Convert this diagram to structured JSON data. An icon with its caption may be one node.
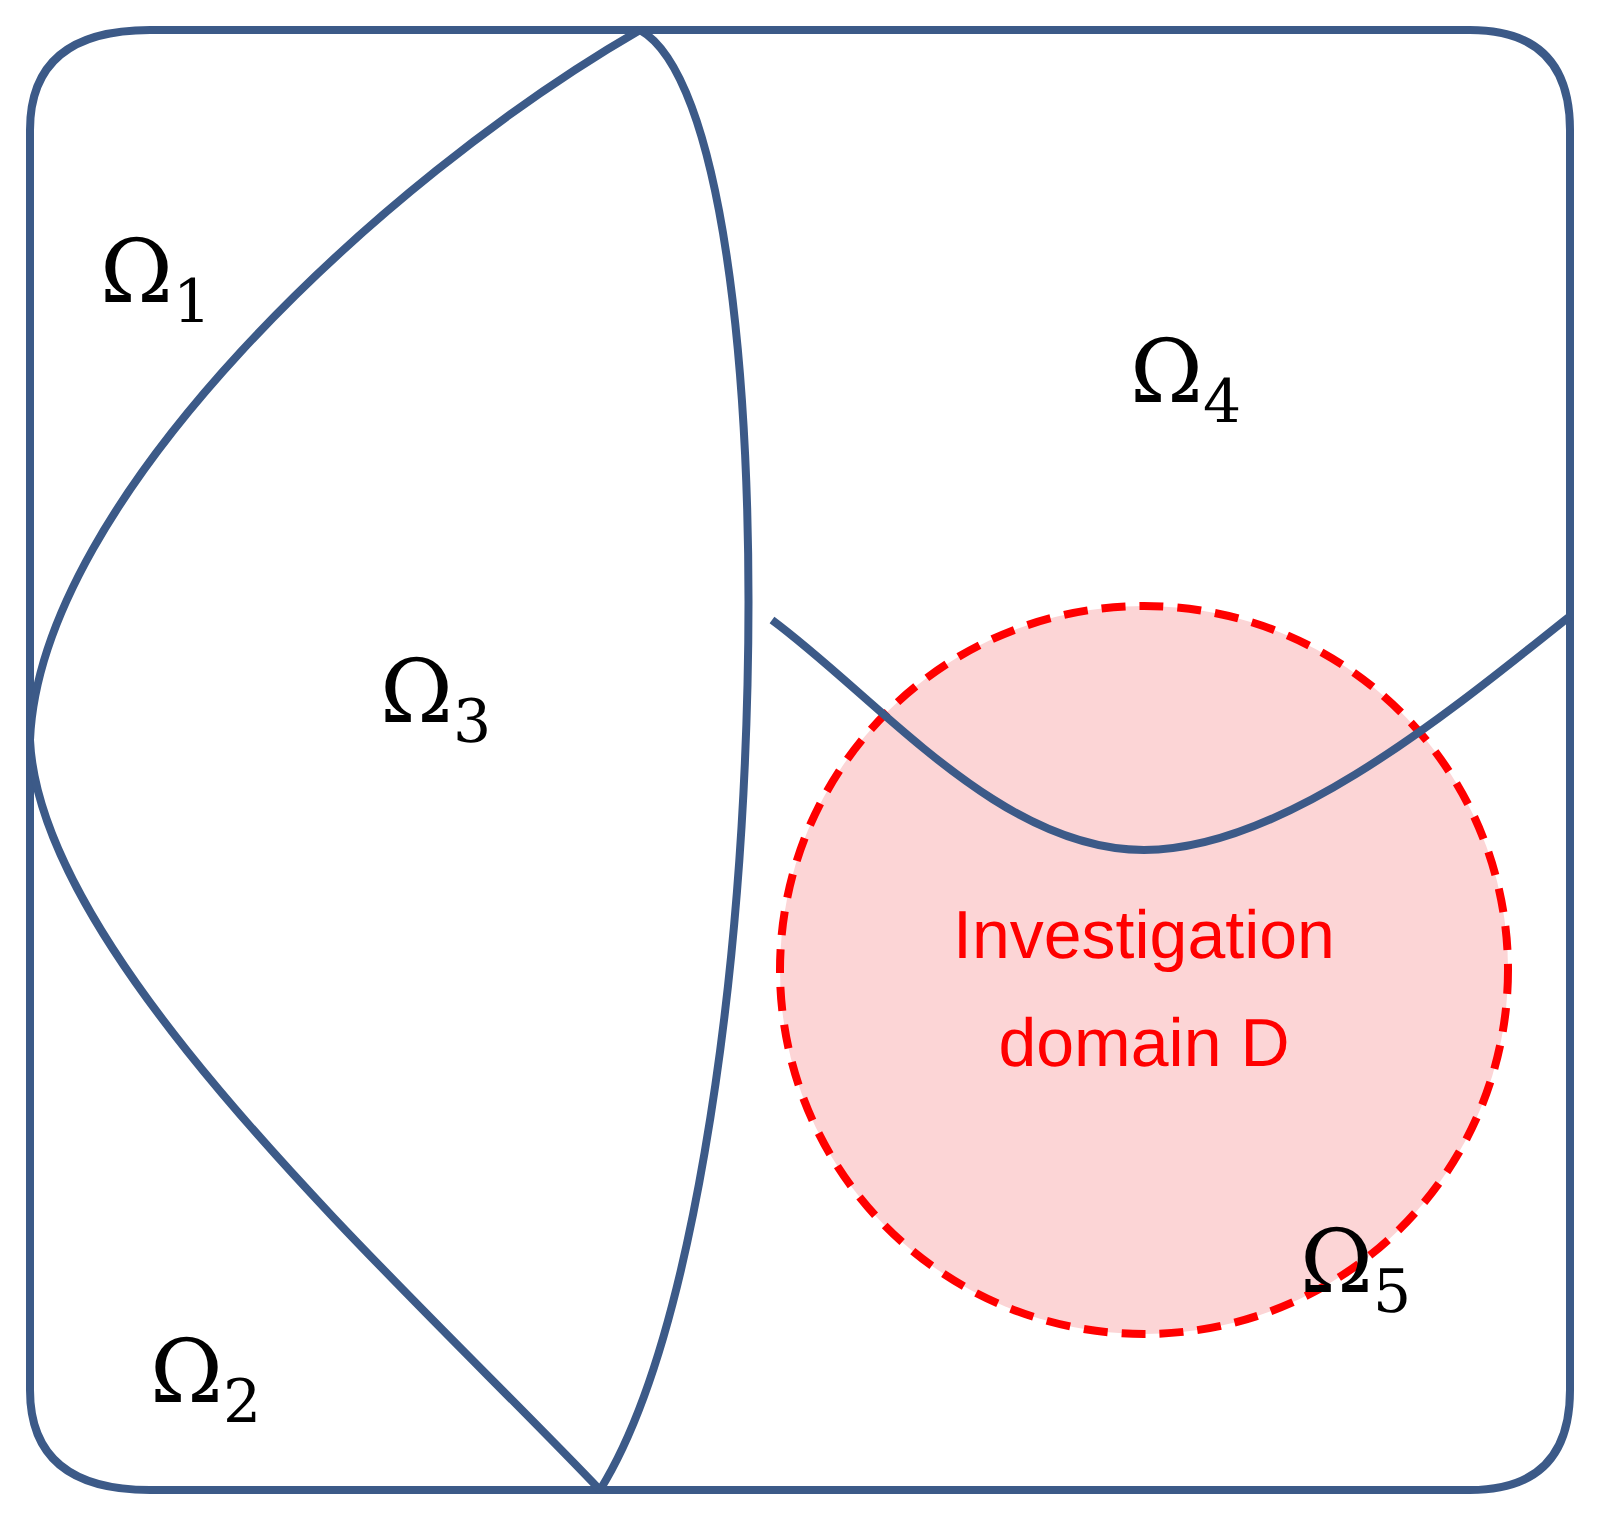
{
  "diagram": {
    "nodes": [
      {
        "text": [
          "Investigation domain D"
        ]
      }
    ],
    "labels": [
      "Ω$_{1}$",
      "Ω$_{4}$",
      "Ω$_{3}$",
      "Ω$_{5}$",
      "Ω$_{2}$"
    ]
  }
}
